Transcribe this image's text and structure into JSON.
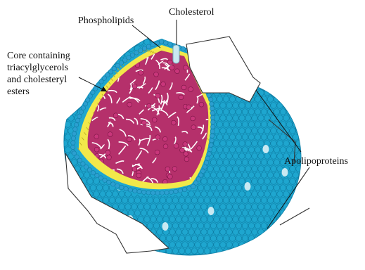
{
  "labels": {
    "phospholipids": "Phospholipids",
    "cholesterol": "Cholesterol",
    "core": [
      "Core containing",
      "triacylglycerols",
      "and cholesteryl",
      "esters"
    ],
    "apolipoproteins": "Apolipoproteins"
  },
  "colors": {
    "shell": "#1ea6cf",
    "shell_dark": "#0f7fa6",
    "phospholipid_tail_band": "#f2e84a",
    "phospholipid_head": "#2b9fd0",
    "core": "#b5306b",
    "core_bead": "#c8367a",
    "core_tail": "#ffffff",
    "cholesterol": "#c9e9f2",
    "apolipoprotein_outline": "#333333",
    "apolipoprotein_fill": "#ffffff"
  }
}
